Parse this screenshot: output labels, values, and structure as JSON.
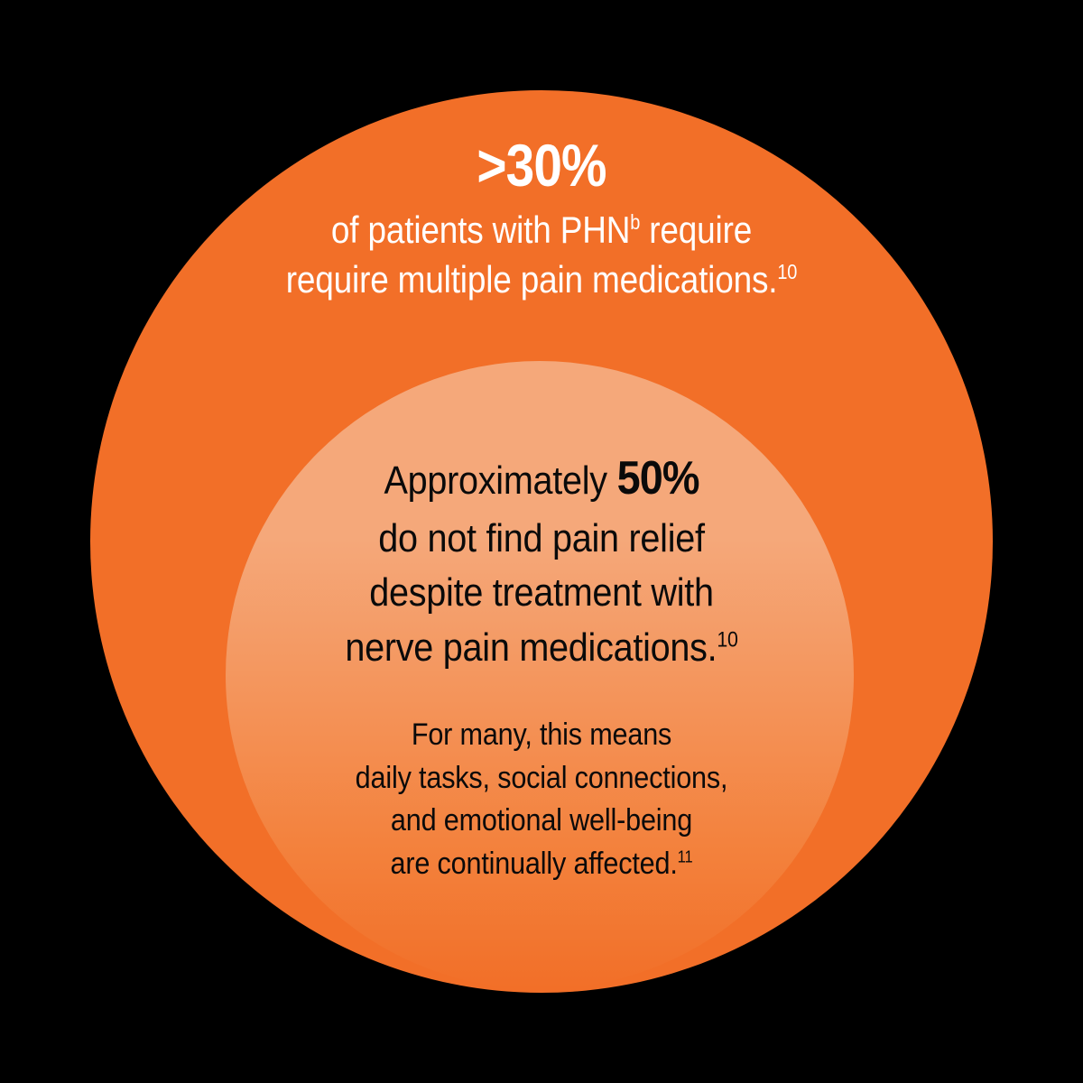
{
  "colors": {
    "background": "#000000",
    "outer_circle": "#F26F28",
    "inner_circle_top": "#F5A87A",
    "inner_circle_bottom": "#F26F28",
    "outer_text": "#FFFFFF",
    "inner_text": "#0A0A0A"
  },
  "outer": {
    "stat": ">30%",
    "line1_prefix": "of patients with PHN",
    "line1_sup": "b",
    "line1_suffix": " require",
    "line2_prefix": "require multiple pain medications.",
    "line2_sup": "10"
  },
  "inner": {
    "headline_prefix": "Approximately ",
    "headline_stat": "50%",
    "headline_line2": "do not find pain relief",
    "headline_line3": "despite treatment with",
    "headline_line4_prefix": "nerve pain medications.",
    "headline_line4_sup": "10",
    "sub_line1": "For many, this means",
    "sub_line2": "daily tasks, social connections,",
    "sub_line3": "and emotional well-being",
    "sub_line4_prefix": "are continually affected.",
    "sub_line4_sup": "11"
  },
  "chart_data": {
    "type": "pie",
    "title": "PHN pain medication burden",
    "xlabel": "",
    "ylabel": "",
    "categories": [
      "Patients with PHN requiring multiple pain medications",
      "Patients not finding pain relief despite nerve pain medications"
    ],
    "values": [
      30,
      50
    ],
    "units": "percent",
    "annotations": [
      ">30% of patients with PHN require require multiple pain medications.10",
      "Approximately 50% do not find pain relief despite treatment with nerve pain medications.10",
      "For many, this means daily tasks, social connections, and emotional well-being are continually affected.11"
    ],
    "legend_position": "none",
    "grid": false
  }
}
